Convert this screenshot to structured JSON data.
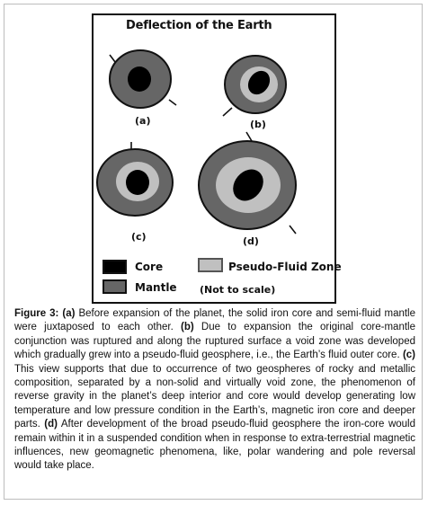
{
  "figure": {
    "title": "Deflection of the Earth",
    "colors": {
      "core": "#000000",
      "mantle": "#666666",
      "pseudo_fluid_zone": "#c0c0c0",
      "outline": "#111111"
    },
    "panels": [
      {
        "label": "(a)",
        "shows": [
          "core",
          "mantle"
        ]
      },
      {
        "label": "(b)",
        "shows": [
          "core",
          "pseudo-fluid zone",
          "mantle"
        ]
      },
      {
        "label": "(c)",
        "shows": [
          "core",
          "pseudo-fluid zone",
          "mantle"
        ]
      },
      {
        "label": "(d)",
        "shows": [
          "core",
          "pseudo-fluid zone",
          "mantle"
        ]
      }
    ],
    "legend": {
      "core": "Core",
      "mantle": "Mantle",
      "pseudo_fluid": "Pseudo-Fluid Zone"
    },
    "scale_note": "(Not to scale)"
  },
  "caption": {
    "figure_label": "Figure 3:",
    "a_label": "(a)",
    "a_text": " Before expansion of the planet, the solid iron core and semi-fluid mantle were juxtaposed to each other. ",
    "b_label": "(b)",
    "b_text": " Due to expansion the original core-mantle conjunction was ruptured and along the ruptured surface a void zone was developed which gradually grew into a pseudo-fluid geosphere, i.e., the Earth’s fluid outer core. ",
    "c_label": "(c)",
    "c_text": " This view supports that due to occurrence of two geospheres of rocky and metallic composition, separated by a non-solid and virtually void zone, the phenomenon of reverse gravity in the planet’s deep interior and core would develop generating low temperature and low pressure condition in the Earth’s, magnetic iron core and deeper parts. ",
    "d_label": "(d)",
    "d_text": " After development of the broad pseudo-fluid geosphere the iron-core would remain within it in a suspended condition when in response to extra-terrestrial magnetic influences, new geomagnetic phenomena, like, polar wandering and pole reversal would take place."
  }
}
